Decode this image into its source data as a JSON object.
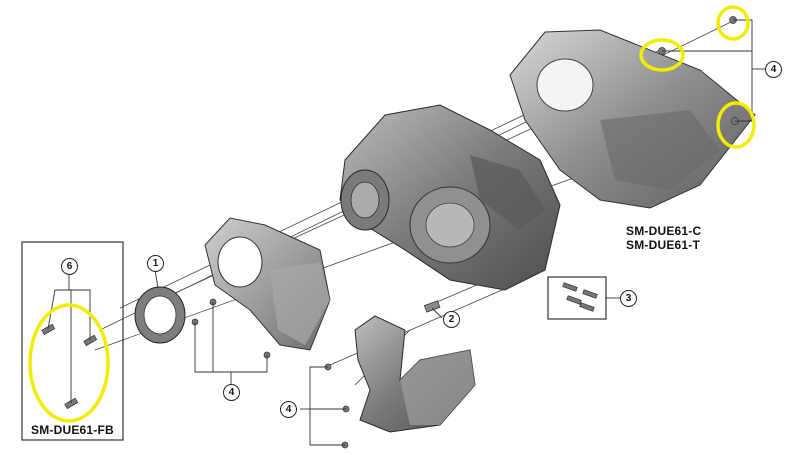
{
  "models": {
    "cover_c": "SM-DUE61-C",
    "cover_t": "SM-DUE61-T",
    "fb": "SM-DUE61-FB"
  },
  "callouts": {
    "lockring": "1",
    "pin": "2",
    "bolt_set": "3",
    "cover_screws": "4",
    "lower_cover_screws": "4",
    "bottom_cover_screws": "4",
    "fb_screws": "6"
  },
  "colors": {
    "highlight": "#f2ec00",
    "line": "#333333",
    "part_dark": "#5a5a5a",
    "part_mid": "#8a8a8a",
    "part_light": "#c8c8c8"
  }
}
